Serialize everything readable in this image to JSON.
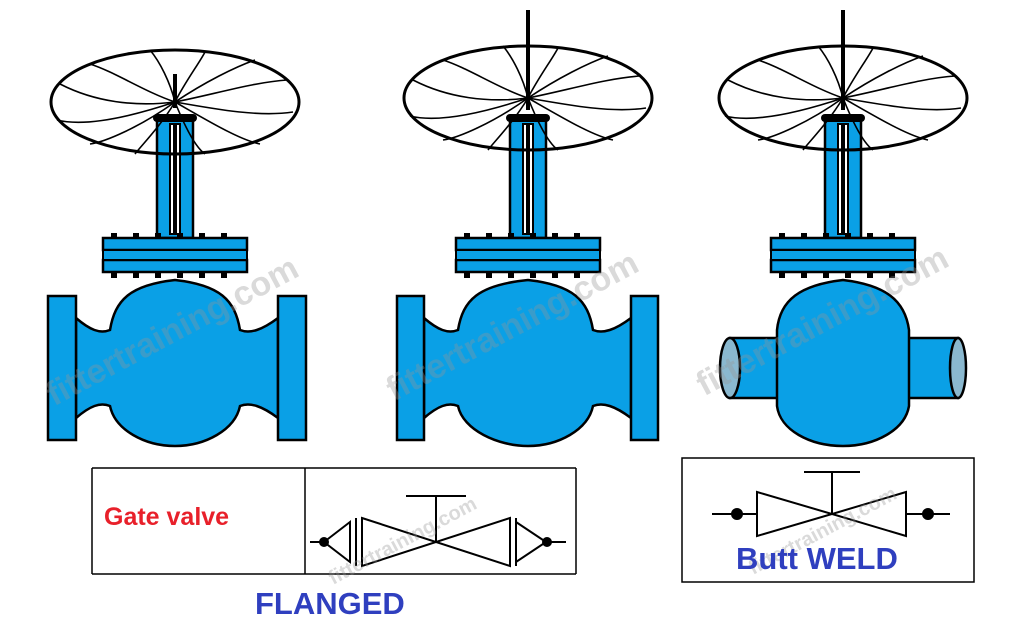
{
  "labels": {
    "gate_valve": "Gate valve",
    "flanged": "FLANGED",
    "butt_weld": "Butt WELD"
  },
  "watermark": {
    "text": "fittertraining.com"
  },
  "colors": {
    "valve_body": "#0aa0e6",
    "outline": "#000000",
    "gate_label": "#e8202a",
    "caption": "#2f3fbf",
    "weld_end": "#8ab8cf"
  }
}
